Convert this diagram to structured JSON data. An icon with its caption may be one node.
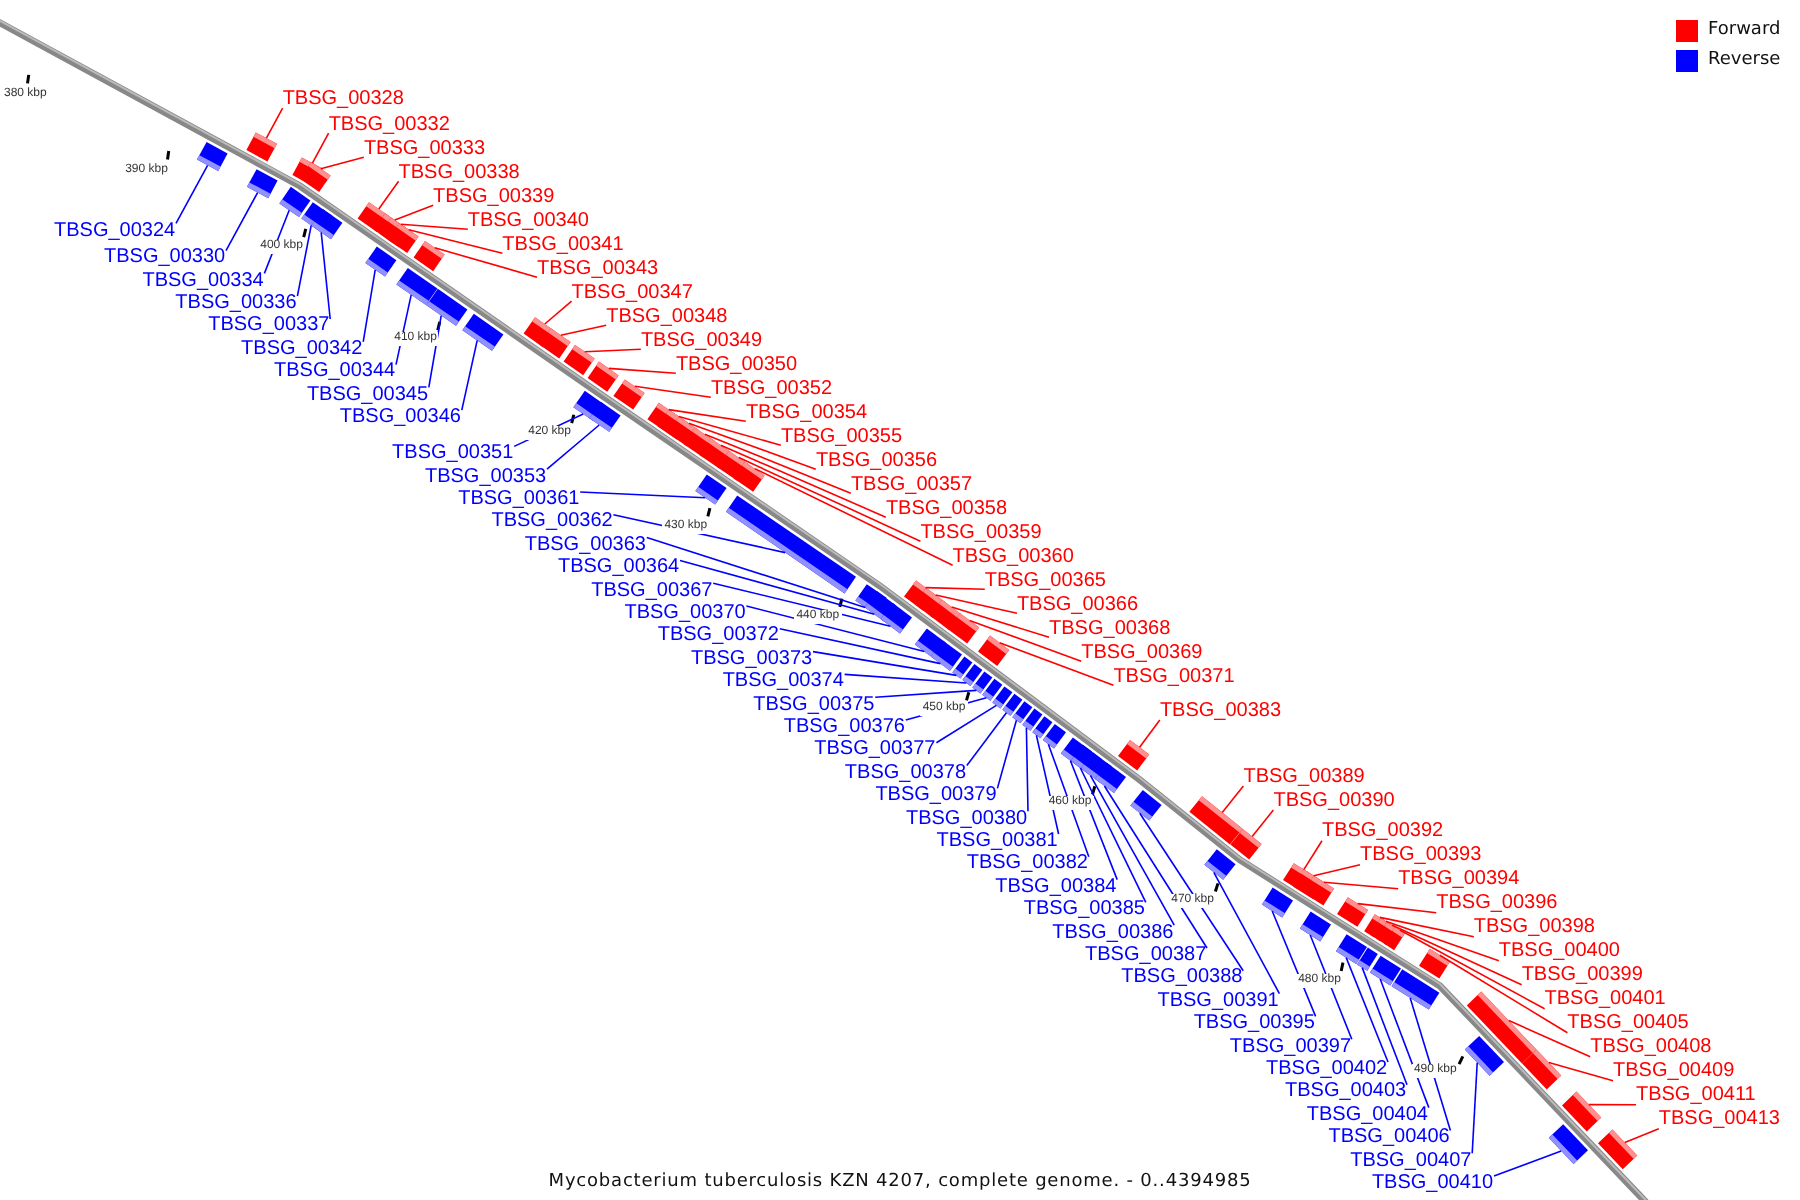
{
  "diagram": {
    "caption": "Mycobacterium tuberculosis KZN 4207, complete genome. - 0..4394985",
    "nodes": [
      {
        "text": [
          "TBSG_00328"
        ]
      },
      {
        "text": [
          "TBSG_00332"
        ]
      },
      {
        "text": [
          "TBSG_00333"
        ]
      },
      {
        "text": [
          "TBSG_00338"
        ]
      },
      {
        "text": [
          "TBSG_00339"
        ]
      },
      {
        "text": [
          "TBSG_00340"
        ]
      },
      {
        "text": [
          "TBSG_00341"
        ]
      },
      {
        "text": [
          "TBSG_00343"
        ]
      },
      {
        "text": [
          "TBSG_00347"
        ]
      },
      {
        "text": [
          "TBSG_00348"
        ]
      },
      {
        "text": [
          "TBSG_00349"
        ]
      },
      {
        "text": [
          "TBSG_00350"
        ]
      },
      {
        "text": [
          "TBSG_00352"
        ]
      },
      {
        "text": [
          "TBSG_00354"
        ]
      },
      {
        "text": [
          "TBSG_00355"
        ]
      },
      {
        "text": [
          "TBSG_00356"
        ]
      },
      {
        "text": [
          "TBSG_00357"
        ]
      },
      {
        "text": [
          "TBSG_00358"
        ]
      },
      {
        "text": [
          "TBSG_00359"
        ]
      },
      {
        "text": [
          "TBSG_00360"
        ]
      },
      {
        "text": [
          "TBSG_00365"
        ]
      },
      {
        "text": [
          "TBSG_00366"
        ]
      },
      {
        "text": [
          "TBSG_00368"
        ]
      },
      {
        "text": [
          "TBSG_00369"
        ]
      },
      {
        "text": [
          "TBSG_00371"
        ]
      },
      {
        "text": [
          "TBSG_00383"
        ]
      },
      {
        "text": [
          "TBSG_00389"
        ]
      },
      {
        "text": [
          "TBSG_00390"
        ]
      },
      {
        "text": [
          "TBSG_00392"
        ]
      },
      {
        "text": [
          "TBSG_00393"
        ]
      },
      {
        "text": [
          "TBSG_00394"
        ]
      },
      {
        "text": [
          "TBSG_00396"
        ]
      },
      {
        "text": [
          "TBSG_00398"
        ]
      },
      {
        "text": [
          "TBSG_00400"
        ]
      },
      {
        "text": [
          "TBSG_00399"
        ]
      },
      {
        "text": [
          "TBSG_00401"
        ]
      },
      {
        "text": [
          "TBSG_00405"
        ]
      },
      {
        "text": [
          "TBSG_00408"
        ]
      },
      {
        "text": [
          "TBSG_00409"
        ]
      },
      {
        "text": [
          "TBSG_00411"
        ]
      },
      {
        "text": [
          "TBSG_00413"
        ]
      },
      {
        "text": [
          "TBSG_00324"
        ]
      },
      {
        "text": [
          "TBSG_00330"
        ]
      },
      {
        "text": [
          "TBSG_00334"
        ]
      },
      {
        "text": [
          "TBSG_00336"
        ]
      },
      {
        "text": [
          "TBSG_00337"
        ]
      },
      {
        "text": [
          "TBSG_00342"
        ]
      },
      {
        "text": [
          "TBSG_00344"
        ]
      },
      {
        "text": [
          "TBSG_00345"
        ]
      },
      {
        "text": [
          "TBSG_00346"
        ]
      },
      {
        "text": [
          "TBSG_00351"
        ]
      },
      {
        "text": [
          "TBSG_00353"
        ]
      },
      {
        "text": [
          "TBSG_00361"
        ]
      },
      {
        "text": [
          "TBSG_00362"
        ]
      },
      {
        "text": [
          "TBSG_00363"
        ]
      },
      {
        "text": [
          "TBSG_00364"
        ]
      },
      {
        "text": [
          "TBSG_00367"
        ]
      },
      {
        "text": [
          "TBSG_00370"
        ]
      },
      {
        "text": [
          "TBSG_00372"
        ]
      },
      {
        "text": [
          "TBSG_00373"
        ]
      },
      {
        "text": [
          "TBSG_00374"
        ]
      },
      {
        "text": [
          "TBSG_00375"
        ]
      },
      {
        "text": [
          "TBSG_00376"
        ]
      },
      {
        "text": [
          "TBSG_00377"
        ]
      },
      {
        "text": [
          "TBSG_00378"
        ]
      },
      {
        "text": [
          "TBSG_00379"
        ]
      },
      {
        "text": [
          "TBSG_00380"
        ]
      },
      {
        "text": [
          "TBSG_00381"
        ]
      },
      {
        "text": [
          "TBSG_00382"
        ]
      },
      {
        "text": [
          "TBSG_00384"
        ]
      },
      {
        "text": [
          "TBSG_00385"
        ]
      },
      {
        "text": [
          "TBSG_00386"
        ]
      },
      {
        "text": [
          "TBSG_00387"
        ]
      },
      {
        "text": [
          "TBSG_00388"
        ]
      },
      {
        "text": [
          "TBSG_00391"
        ]
      },
      {
        "text": [
          "TBSG_00395"
        ]
      },
      {
        "text": [
          "TBSG_00397"
        ]
      },
      {
        "text": [
          "TBSG_00402"
        ]
      },
      {
        "text": [
          "TBSG_00403"
        ]
      },
      {
        "text": [
          "TBSG_00404"
        ]
      },
      {
        "text": [
          "TBSG_00406"
        ]
      },
      {
        "text": [
          "TBSG_00407"
        ]
      },
      {
        "text": [
          "TBSG_00410"
        ]
      },
      {
        "text": [],
        "shape": "box"
      },
      {
        "text": [],
        "shape": "box"
      },
      {
        "text": [],
        "shape": "box"
      },
      {
        "text": [],
        "shape": "box"
      },
      {
        "text": [],
        "shape": "box"
      },
      {
        "text": [],
        "shape": "box"
      },
      {
        "text": [],
        "shape": "box"
      },
      {
        "text": [],
        "shape": "box"
      },
      {
        "text": [],
        "shape": "box"
      },
      {
        "text": [],
        "shape": "box"
      },
      {
        "text": [],
        "shape": "box"
      },
      {
        "text": [],
        "shape": "box"
      },
      {
        "text": [],
        "shape": "box"
      },
      {
        "text": [],
        "shape": "box"
      },
      {
        "text": [],
        "shape": "box"
      },
      {
        "text": [],
        "shape": "box"
      },
      {
        "text": [],
        "shape": "box"
      },
      {
        "text": [],
        "shape": "box"
      },
      {
        "text": [],
        "shape": "box"
      },
      {
        "text": [],
        "shape": "box"
      },
      {
        "text": [],
        "shape": "box"
      },
      {
        "text": [],
        "shape": "box"
      },
      {
        "text": [],
        "shape": "box"
      },
      {
        "text": [],
        "shape": "box"
      },
      {
        "text": [],
        "shape": "box"
      },
      {
        "text": [],
        "shape": "box"
      },
      {
        "text": [],
        "shape": "box"
      },
      {
        "text": [],
        "shape": "box"
      },
      {
        "text": [],
        "shape": "box"
      },
      {
        "text": [],
        "shape": "box"
      },
      {
        "text": [],
        "shape": "box"
      },
      {
        "text": [],
        "shape": "box"
      },
      {
        "text": [],
        "shape": "box"
      },
      {
        "text": [],
        "shape": "box"
      },
      {
        "text": [],
        "shape": "box"
      },
      {
        "text": [],
        "shape": "box"
      },
      {
        "text": [],
        "shape": "box"
      },
      {
        "text": [],
        "shape": "box"
      },
      {
        "text": [],
        "shape": "box"
      },
      {
        "text": [],
        "shape": "box"
      },
      {
        "text": [],
        "shape": "box"
      },
      {
        "text": [],
        "shape": "box"
      },
      {
        "text": [],
        "shape": "box"
      },
      {
        "text": [],
        "shape": "box"
      },
      {
        "text": [],
        "shape": "box"
      },
      {
        "text": [],
        "shape": "box"
      },
      {
        "text": [],
        "shape": "box"
      },
      {
        "text": [],
        "shape": "box"
      },
      {
        "text": [],
        "shape": "box"
      },
      {
        "text": [],
        "shape": "box"
      },
      {
        "text": [],
        "shape": "box"
      },
      {
        "text": [],
        "shape": "box"
      },
      {
        "text": [],
        "shape": "box"
      },
      {
        "text": [],
        "shape": "box"
      },
      {
        "text": [],
        "shape": "box"
      },
      {
        "text": [],
        "shape": "box"
      },
      {
        "text": [],
        "shape": "box"
      },
      {
        "text": [],
        "shape": "box"
      },
      {
        "text": [],
        "shape": "box"
      },
      {
        "text": [],
        "shape": "box"
      },
      {
        "text": [],
        "shape": "box"
      },
      {
        "text": [],
        "shape": "box"
      },
      {
        "text": [],
        "shape": "box"
      },
      {
        "text": [],
        "shape": "box"
      },
      {
        "text": [],
        "shape": "box"
      },
      {
        "text": [],
        "shape": "box"
      },
      {
        "text": [],
        "shape": "box"
      },
      {
        "text": [],
        "shape": "box"
      },
      {
        "text": [],
        "shape": "box"
      },
      {
        "text": [],
        "shape": "box"
      },
      {
        "text": [],
        "shape": "box"
      },
      {
        "text": [],
        "shape": "box"
      },
      {
        "text": [],
        "shape": "box"
      },
      {
        "text": [],
        "shape": "box"
      },
      {
        "text": [],
        "shape": "box"
      },
      {
        "text": [],
        "shape": "box"
      },
      {
        "text": [],
        "shape": "box"
      },
      {
        "text": [],
        "shape": "box"
      },
      {
        "text": [],
        "shape": "box"
      },
      {
        "text": [],
        "shape": "box"
      },
      {
        "text": [],
        "shape": "box"
      },
      {
        "text": [],
        "shape": "box"
      },
      {
        "text": [],
        "shape": "box"
      }
    ],
    "edges": [
      {
        "from": 0,
        "to": 84,
        "arrow": "none",
        "color": "#ff0000"
      },
      {
        "from": 1,
        "to": 86,
        "arrow": "none",
        "color": "#ff0000"
      },
      {
        "from": 2,
        "to": 88,
        "arrow": "none",
        "color": "#ff0000"
      },
      {
        "from": 3,
        "to": 91,
        "arrow": "none",
        "color": "#ff0000"
      },
      {
        "from": 4,
        "to": 92,
        "arrow": "none",
        "color": "#ff0000"
      },
      {
        "from": 5,
        "to": 93,
        "arrow": "none",
        "color": "#ff0000"
      },
      {
        "from": 6,
        "to": 95,
        "arrow": "none",
        "color": "#ff0000"
      },
      {
        "from": 7,
        "to": 96,
        "arrow": "none",
        "color": "#ff0000"
      },
      {
        "from": 8,
        "to": 100,
        "arrow": "none",
        "color": "#ff0000"
      },
      {
        "from": 9,
        "to": 101,
        "arrow": "none",
        "color": "#ff0000"
      },
      {
        "from": 10,
        "to": 102,
        "arrow": "none",
        "color": "#ff0000"
      },
      {
        "from": 11,
        "to": 103,
        "arrow": "none",
        "color": "#ff0000"
      },
      {
        "from": 12,
        "to": 106,
        "arrow": "none",
        "color": "#ff0000"
      },
      {
        "from": 13,
        "to": 107,
        "arrow": "none",
        "color": "#ff0000"
      },
      {
        "from": 14,
        "to": 108,
        "arrow": "none",
        "color": "#ff0000"
      },
      {
        "from": 15,
        "to": 109,
        "arrow": "none",
        "color": "#ff0000"
      },
      {
        "from": 16,
        "to": 110,
        "arrow": "none",
        "color": "#ff0000"
      },
      {
        "from": 17,
        "to": 111,
        "arrow": "none",
        "color": "#ff0000"
      },
      {
        "from": 18,
        "to": 113,
        "arrow": "none",
        "color": "#ff0000"
      },
      {
        "from": 19,
        "to": 114,
        "arrow": "none",
        "color": "#ff0000"
      },
      {
        "from": 20,
        "to": 119,
        "arrow": "none",
        "color": "#ff0000"
      },
      {
        "from": 21,
        "to": 120,
        "arrow": "none",
        "color": "#ff0000"
      },
      {
        "from": 22,
        "to": 121,
        "arrow": "none",
        "color": "#ff0000"
      },
      {
        "from": 23,
        "to": 123,
        "arrow": "none",
        "color": "#ff0000"
      },
      {
        "from": 24,
        "to": 127,
        "arrow": "none",
        "color": "#ff0000"
      },
      {
        "from": 25,
        "to": 140,
        "arrow": "none",
        "color": "#ff0000"
      },
      {
        "from": 26,
        "to": 142,
        "arrow": "none",
        "color": "#ff0000"
      },
      {
        "from": 27,
        "to": 144,
        "arrow": "none",
        "color": "#ff0000"
      },
      {
        "from": 28,
        "to": 146,
        "arrow": "none",
        "color": "#ff0000"
      },
      {
        "from": 29,
        "to": 147,
        "arrow": "none",
        "color": "#ff0000"
      },
      {
        "from": 30,
        "to": 148,
        "arrow": "none",
        "color": "#ff0000"
      },
      {
        "from": 31,
        "to": 150,
        "arrow": "none",
        "color": "#ff0000"
      },
      {
        "from": 32,
        "to": 152,
        "arrow": "none",
        "color": "#ff0000"
      },
      {
        "from": 33,
        "to": 153,
        "arrow": "none",
        "color": "#ff0000"
      },
      {
        "from": 34,
        "to": 155,
        "arrow": "none",
        "color": "#ff0000"
      },
      {
        "from": 35,
        "to": 156,
        "arrow": "none",
        "color": "#ff0000"
      },
      {
        "from": 36,
        "to": 159,
        "arrow": "none",
        "color": "#ff0000"
      },
      {
        "from": 37,
        "to": 160,
        "arrow": "none",
        "color": "#ff0000"
      },
      {
        "from": 38,
        "to": 162,
        "arrow": "none",
        "color": "#ff0000"
      },
      {
        "from": 39,
        "to": 163,
        "arrow": "none",
        "color": "#ff0000"
      },
      {
        "from": 40,
        "to": 165,
        "arrow": "none",
        "color": "#ff0000"
      },
      {
        "from": 41,
        "to": 83,
        "arrow": "none"
      },
      {
        "from": 42,
        "to": 85,
        "arrow": "none"
      },
      {
        "from": 43,
        "to": 87,
        "arrow": "none"
      },
      {
        "from": 44,
        "to": 89,
        "arrow": "none"
      },
      {
        "from": 45,
        "to": 90,
        "arrow": "none"
      },
      {
        "from": 46,
        "to": 94,
        "arrow": "none"
      },
      {
        "from": 47,
        "to": 97,
        "arrow": "none"
      },
      {
        "from": 48,
        "to": 98,
        "arrow": "none"
      },
      {
        "from": 49,
        "to": 99,
        "arrow": "none"
      },
      {
        "from": 50,
        "to": 104,
        "arrow": "none"
      },
      {
        "from": 51,
        "to": 105,
        "arrow": "none"
      },
      {
        "from": 52,
        "to": 112,
        "arrow": "none"
      },
      {
        "from": 53,
        "to": 115,
        "arrow": "none"
      },
      {
        "from": 54,
        "to": 116,
        "arrow": "none"
      },
      {
        "from": 55,
        "to": 117,
        "arrow": "none"
      },
      {
        "from": 56,
        "to": 118,
        "arrow": "none"
      },
      {
        "from": 57,
        "to": 122,
        "arrow": "none"
      },
      {
        "from": 58,
        "to": 124,
        "arrow": "none"
      },
      {
        "from": 59,
        "to": 125,
        "arrow": "none"
      },
      {
        "from": 60,
        "to": 126,
        "arrow": "none"
      },
      {
        "from": 61,
        "to": 128,
        "arrow": "none"
      },
      {
        "from": 62,
        "to": 129,
        "arrow": "none"
      },
      {
        "from": 63,
        "to": 130,
        "arrow": "none"
      },
      {
        "from": 64,
        "to": 131,
        "arrow": "none"
      },
      {
        "from": 65,
        "to": 132,
        "arrow": "none"
      },
      {
        "from": 66,
        "to": 133,
        "arrow": "none"
      },
      {
        "from": 67,
        "to": 134,
        "arrow": "none"
      },
      {
        "from": 68,
        "to": 135,
        "arrow": "none"
      },
      {
        "from": 69,
        "to": 136,
        "arrow": "none"
      },
      {
        "from": 70,
        "to": 137,
        "arrow": "none"
      },
      {
        "from": 71,
        "to": 138,
        "arrow": "none"
      },
      {
        "from": 72,
        "to": 139,
        "arrow": "none"
      },
      {
        "from": 73,
        "to": 141,
        "arrow": "none"
      },
      {
        "from": 74,
        "to": 143,
        "arrow": "none"
      },
      {
        "from": 75,
        "to": 145,
        "arrow": "none"
      },
      {
        "from": 76,
        "to": 149,
        "arrow": "none"
      },
      {
        "from": 77,
        "to": 151,
        "arrow": "none"
      },
      {
        "from": 78,
        "to": 154,
        "arrow": "none"
      },
      {
        "from": 79,
        "to": 157,
        "arrow": "none"
      },
      {
        "from": 80,
        "to": 158,
        "arrow": "none"
      },
      {
        "from": 81,
        "to": 161,
        "arrow": "none"
      },
      {
        "from": 82,
        "to": 164,
        "arrow": "none"
      }
    ],
    "labels": [
      "380 kbp",
      "390 kbp",
      "400 kbp",
      "410 kbp",
      "420 kbp",
      "430 kbp",
      "440 kbp",
      "450 kbp",
      "460 kbp",
      "470 kbp",
      "480 kbp",
      "490 kbp"
    ],
    "legend": [
      {
        "text": "Forward",
        "color": "#ff0000"
      },
      {
        "text": "Reverse",
        "color": "#0000ff"
      }
    ]
  }
}
